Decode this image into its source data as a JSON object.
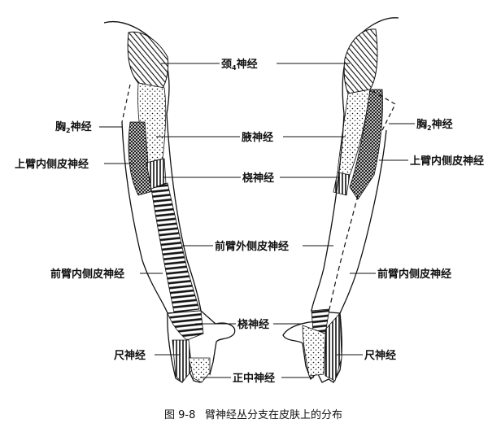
{
  "labels": {
    "jing4": {
      "base": "颈",
      "sub": "4",
      "rest": "神经"
    },
    "xiong2_left": {
      "base": "胸",
      "sub": "2",
      "rest": "神经"
    },
    "xiong2_right": {
      "base": "胸",
      "sub": "2",
      "rest": "神经"
    },
    "axillary": "腋神经",
    "upper_medial_left": "上臂内侧皮神经",
    "upper_medial_right": "上臂内侧皮神经",
    "radial_upper": "桡神经",
    "lateral_forearm": "前臂外侧皮神经",
    "medial_forearm_left": "前臂内侧皮神经",
    "medial_forearm_right": "前臂内侧皮神经",
    "radial_lower": "桡神经",
    "ulnar_left": "尺神经",
    "ulnar_right": "尺神经",
    "median": "正中神经"
  },
  "caption": {
    "number": "图 9-8",
    "title": "臂神经丛分支在皮肤上的分布"
  },
  "colors": {
    "ink": "#111111",
    "background": "#ffffff"
  }
}
